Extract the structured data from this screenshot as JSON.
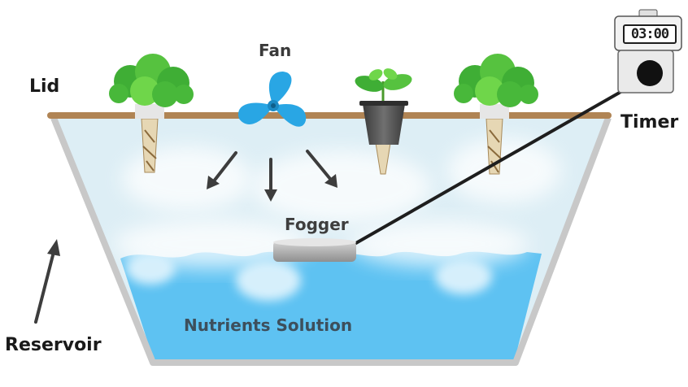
{
  "labels": {
    "lid": "Lid",
    "fan": "Fan",
    "timer": "Timer",
    "fogger": "Fogger",
    "nutrients_solution": "Nutrients Solution",
    "reservoir": "Reservoir"
  },
  "timer_display": "03:00",
  "colors": {
    "water": "#5ec2f2",
    "mist": "#dff1f8",
    "lid": "#b08454",
    "fan": "#29a6e4",
    "reservoir_wall": "#c8c8c8",
    "leaf": "#3fae35",
    "arrow": "#3d3d3d"
  },
  "icons": [
    "fan-icon",
    "timer-icon",
    "fogger-icon",
    "lettuce-plant-icon",
    "seedling-icon",
    "arrow-icon"
  ]
}
